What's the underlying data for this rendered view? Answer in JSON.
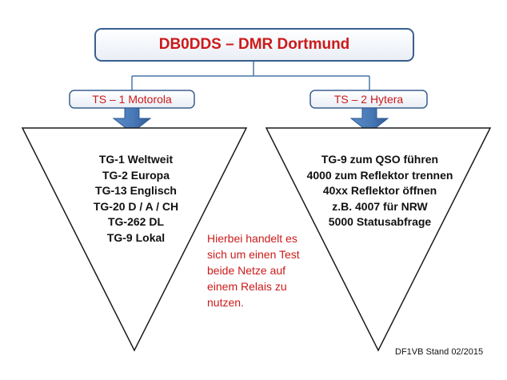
{
  "title": "DB0DDS – DMR Dortmund",
  "branches": [
    {
      "label": "TS – 1  Motorola",
      "items": [
        "TG-1 Weltweit",
        "TG-2 Europa",
        "TG-13 Englisch",
        "TG-20 D / A / CH",
        "TG-262 DL",
        "TG-9 Lokal"
      ]
    },
    {
      "label": "TS – 2  Hytera",
      "items": [
        "TG-9 zum QSO führen",
        "4000 zum Reflektor trennen",
        "40xx Reflektor öffnen",
        "z.B. 4007 für NRW",
        "5000 Statusabfrage"
      ]
    }
  ],
  "note": "Hierbei handelt es sich um einen Test beide Netze auf einem Relais zu nutzen.",
  "footer": "DF1VB   Stand 02/2015",
  "colors": {
    "title_text": "#cc1a1a",
    "box_border": "#3a5f8f",
    "arrow": "#4a7ab8",
    "note_text": "#cc1a1a"
  }
}
